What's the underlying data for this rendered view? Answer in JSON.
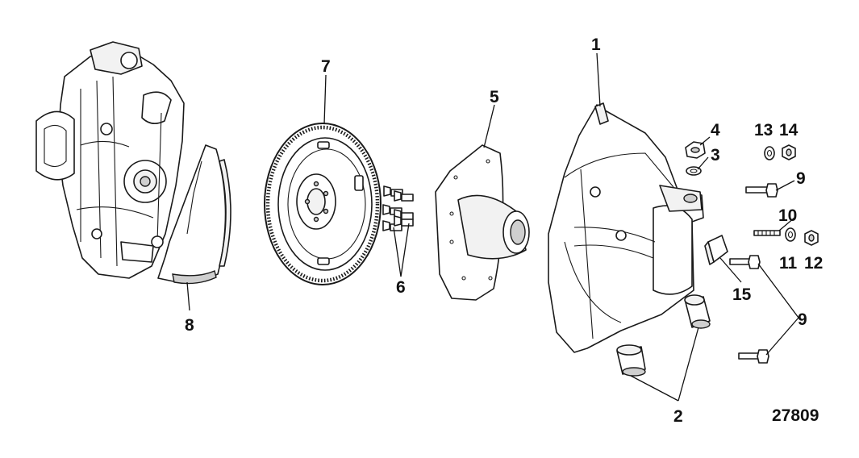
{
  "figure": {
    "figure_number": "27809",
    "callouts": [
      {
        "id": "1",
        "label": "1"
      },
      {
        "id": "2",
        "label": "2"
      },
      {
        "id": "3",
        "label": "3"
      },
      {
        "id": "4",
        "label": "4"
      },
      {
        "id": "5",
        "label": "5"
      },
      {
        "id": "6",
        "label": "6"
      },
      {
        "id": "7",
        "label": "7"
      },
      {
        "id": "8",
        "label": "8"
      },
      {
        "id": "9a",
        "label": "9"
      },
      {
        "id": "9b",
        "label": "9"
      },
      {
        "id": "10",
        "label": "10"
      },
      {
        "id": "11",
        "label": "11"
      },
      {
        "id": "12",
        "label": "12"
      },
      {
        "id": "13",
        "label": "13"
      },
      {
        "id": "14",
        "label": "14"
      },
      {
        "id": "15",
        "label": "15"
      }
    ]
  }
}
